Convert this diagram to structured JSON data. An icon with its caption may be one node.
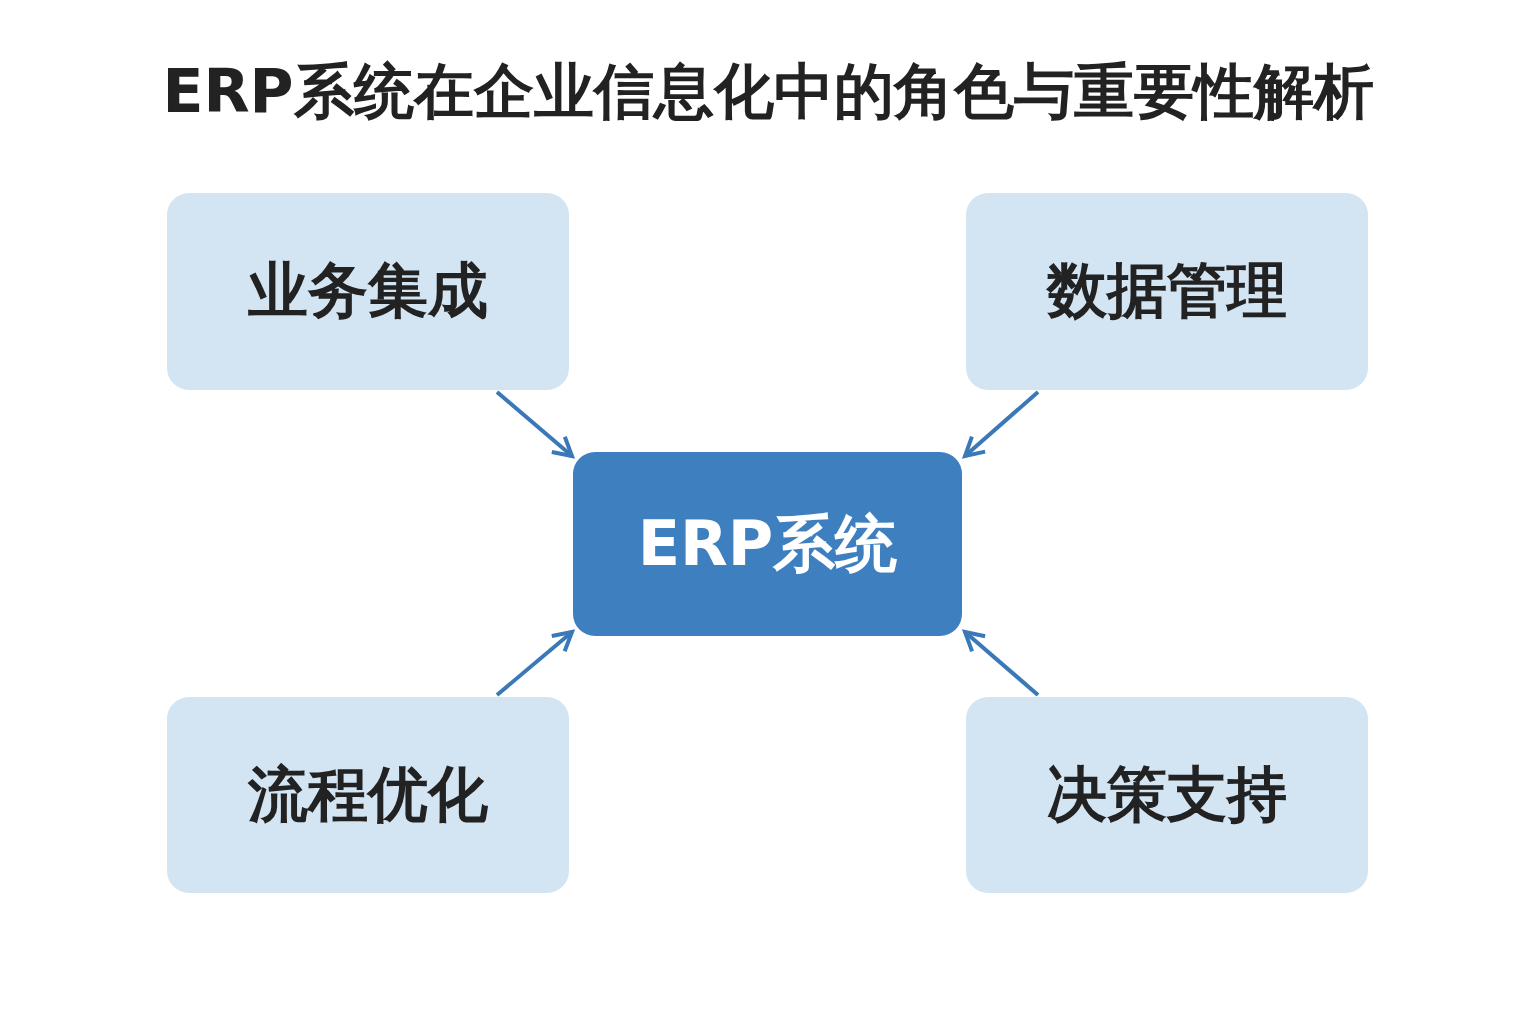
{
  "diagram": {
    "title": "ERP系统在企业信息化中的角色与重要性解析",
    "nodes": [
      {
        "text": [
          "业务集成"
        ]
      },
      {
        "text": [
          "数据管理"
        ]
      },
      {
        "text": [
          "ERP系统"
        ]
      },
      {
        "text": [
          "流程优化"
        ]
      },
      {
        "text": [
          "决策支持"
        ]
      }
    ],
    "edges": [
      {
        "from": 0,
        "to": 2,
        "arrow": "to"
      },
      {
        "from": 1,
        "to": 2,
        "arrow": "to"
      },
      {
        "from": 3,
        "to": 2,
        "arrow": "to"
      },
      {
        "from": 4,
        "to": 2,
        "arrow": "to"
      }
    ]
  }
}
